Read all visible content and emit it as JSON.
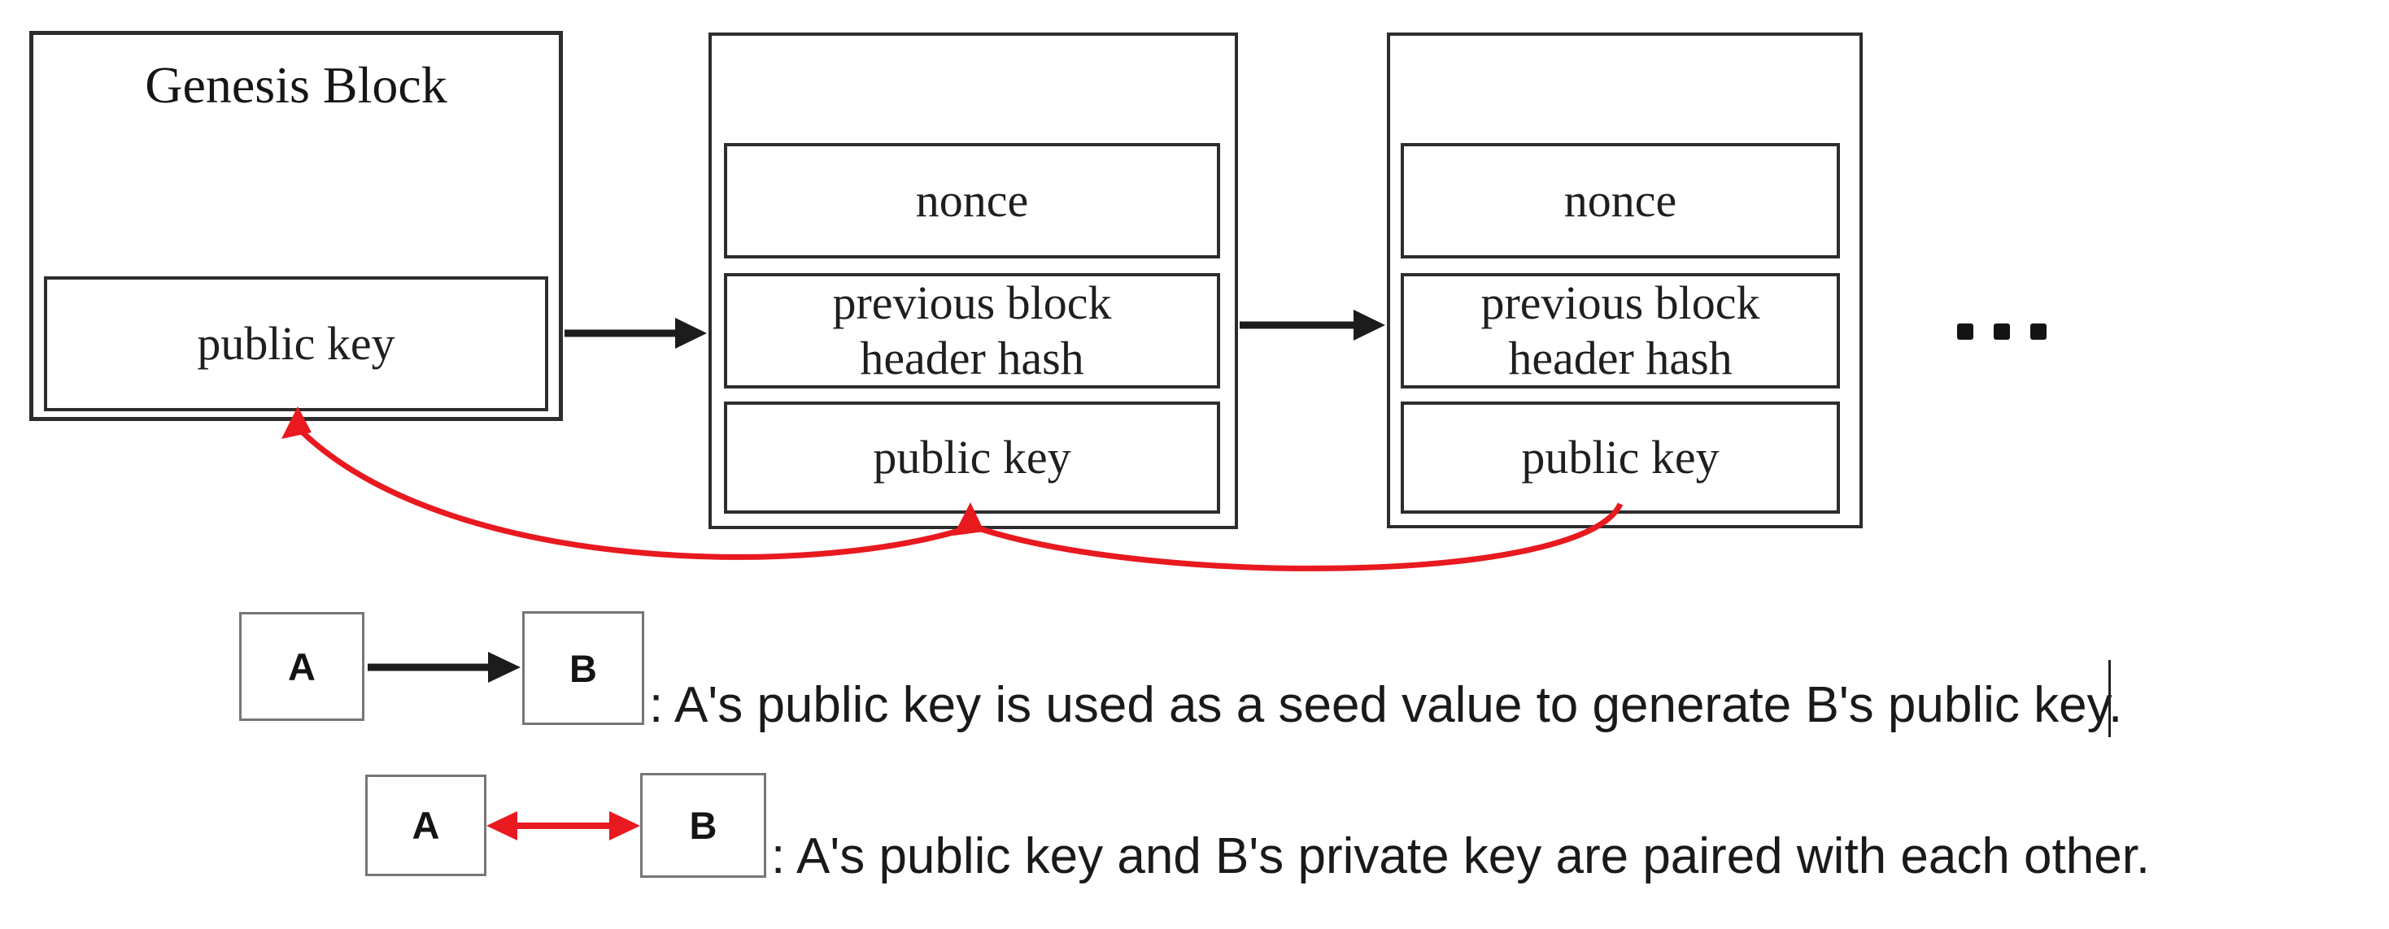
{
  "diagram": {
    "genesis": {
      "title": "Genesis Block",
      "public_key": "public key"
    },
    "block2": {
      "nonce": "nonce",
      "prev_lines": [
        "previous block",
        "header hash"
      ],
      "public_key": "public key"
    },
    "block3": {
      "nonce": "nonce",
      "prev_lines": [
        "previous block",
        "header hash"
      ],
      "public_key": "public key"
    },
    "ellipsis": "..."
  },
  "legend": {
    "row1": {
      "a_label": "A",
      "b_label": "B",
      "text": ": A's public key is used as a seed value to generate B's public key."
    },
    "row2": {
      "a_label": "A",
      "b_label": "B",
      "text": ": A's public key and B's private key are paired with each other."
    }
  },
  "colors": {
    "arrow_black": "#1c1c1c",
    "pair_red": "#e8191f",
    "box_border": "#2d2d2d"
  }
}
